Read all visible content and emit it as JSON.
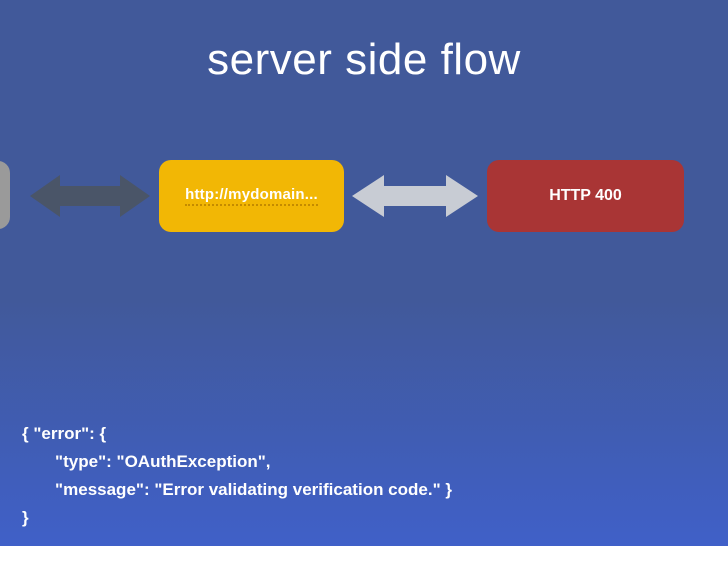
{
  "slide": {
    "title": "server side flow",
    "background_top_color": "#41599a",
    "background_bottom_color": "#4060c8"
  },
  "diagram": {
    "nodes": [
      {
        "id": "client",
        "label": "",
        "color": "#9a9a9a"
      },
      {
        "id": "domain",
        "label": "http://mydomain...",
        "color": "#f2b705"
      },
      {
        "id": "response",
        "label": "HTTP 400",
        "color": "#a93535"
      }
    ],
    "arrows": [
      {
        "id": "arrow-1",
        "direction": "both",
        "color": "#4a5568"
      },
      {
        "id": "arrow-2",
        "direction": "both",
        "color": "#c8ccd4"
      }
    ]
  },
  "code_block": {
    "line1": "{ \"error\": {",
    "line2": "       \"type\": \"OAuthException\",",
    "line3": "       \"message\": \"Error validating verification code.\" }",
    "line4": "}"
  }
}
